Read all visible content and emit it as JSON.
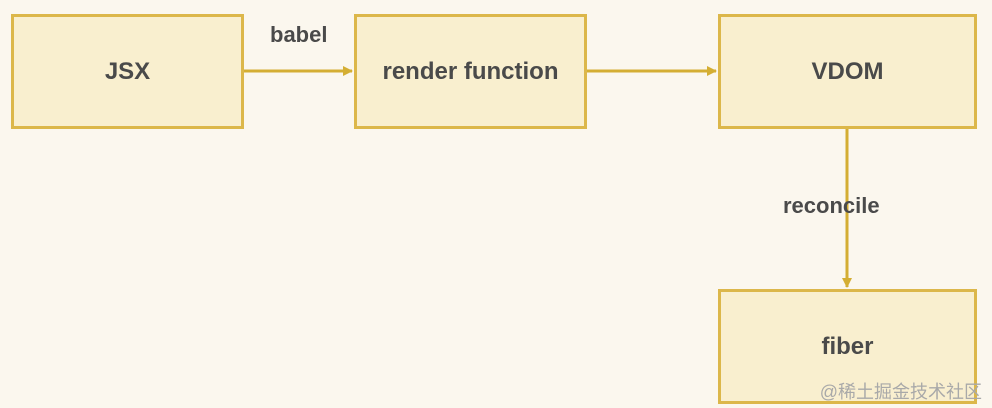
{
  "nodes": {
    "jsx": "JSX",
    "render": "render function",
    "vdom": "VDOM",
    "fiber": "fiber"
  },
  "edges": {
    "babel": "babel",
    "reconcile": "reconcile"
  },
  "watermark": "@稀土掘金技术社区",
  "colors": {
    "node_fill": "#f9efcf",
    "node_border": "#dcb74a",
    "edge": "#d4ae33",
    "text": "#4a4a4a",
    "background": "#fbf7ee"
  }
}
